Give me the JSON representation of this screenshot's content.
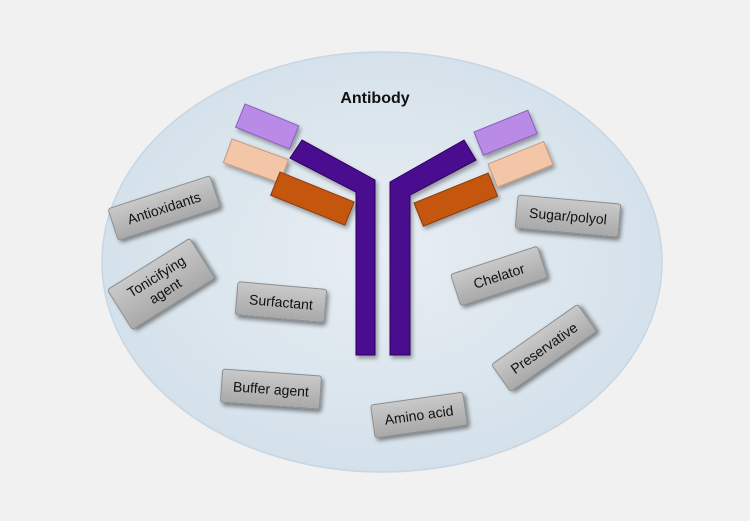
{
  "title": "Antibody",
  "colors": {
    "background": "#f1f1f1",
    "ellipse": "#dbe6ee",
    "heavy_chain": "#4b0a90",
    "light_chain_top": "#b98ae6",
    "light_chain_bottom": "#f2c6a6",
    "constant_region": "#c45611",
    "label_box": "#b7b7b7"
  },
  "excipients": [
    {
      "label": "Antioxidants"
    },
    {
      "label": "Tonicifying agent"
    },
    {
      "label": "Surfactant"
    },
    {
      "label": "Buffer agent"
    },
    {
      "label": "Amino acid"
    },
    {
      "label": "Preservative"
    },
    {
      "label": "Chelator"
    },
    {
      "label": "Sugar/polyol"
    }
  ]
}
